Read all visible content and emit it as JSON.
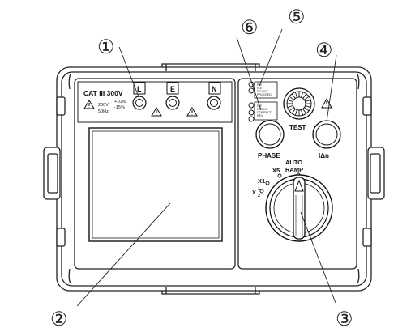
{
  "device": {
    "rating": "CAT III 300V",
    "supply_voltage": "230V",
    "supply_freq": "50Hz",
    "tolerance_plus": "+10%",
    "tolerance_minus": "-15%",
    "terminals": [
      "L",
      "E",
      "N"
    ],
    "indicator_labels_top": [
      "P-E",
      "N-E",
      "DO NOT",
      "PROCEED"
    ],
    "indicator_labels_mid": [
      "P-E",
      "WIRING",
      "CORRECT",
      "REV"
    ],
    "buttons": {
      "test": "TEST",
      "phase": "PHASE",
      "idn": "IΔn"
    },
    "selector_positions": {
      "auto_ramp_1": "AUTO",
      "auto_ramp_2": "RAMP",
      "x5": "X5",
      "x1": "X1",
      "x_half_x": "X",
      "x_half_num": "1",
      "x_half_den": "2"
    }
  },
  "callouts": [
    "①",
    "②",
    "③",
    "④",
    "⑤",
    "⑥"
  ]
}
